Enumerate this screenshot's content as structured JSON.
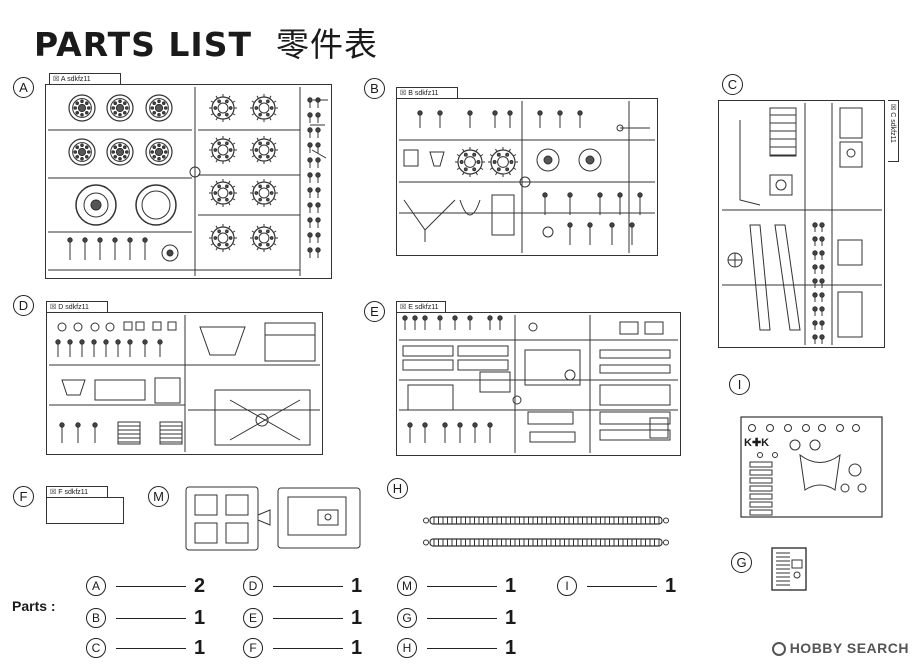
{
  "title": {
    "en": "PARTS LIST",
    "jp": "零件表"
  },
  "sprue_labels": {
    "A": "sdkfz11",
    "B": "sdkfz11",
    "C": "sdkfz11",
    "D": "sdkfz11",
    "E": "sdkfz11",
    "F": "sdkfz11"
  },
  "tab_letters": {
    "A": "A",
    "B": "B",
    "C": "C",
    "D": "D",
    "E": "E",
    "F": "F"
  },
  "callouts": [
    "A",
    "B",
    "C",
    "D",
    "E",
    "F",
    "M",
    "H",
    "I",
    "G"
  ],
  "parts": {
    "label": "Parts :",
    "counts": [
      {
        "id": "A",
        "count": "2"
      },
      {
        "id": "B",
        "count": "1"
      },
      {
        "id": "C",
        "count": "1"
      },
      {
        "id": "D",
        "count": "1"
      },
      {
        "id": "E",
        "count": "1"
      },
      {
        "id": "F",
        "count": "1"
      },
      {
        "id": "M",
        "count": "1"
      },
      {
        "id": "G",
        "count": "1"
      },
      {
        "id": "H",
        "count": "1"
      },
      {
        "id": "I",
        "count": "1"
      }
    ]
  },
  "decal_text": "K✚K",
  "watermark": "HOBBY SEARCH"
}
